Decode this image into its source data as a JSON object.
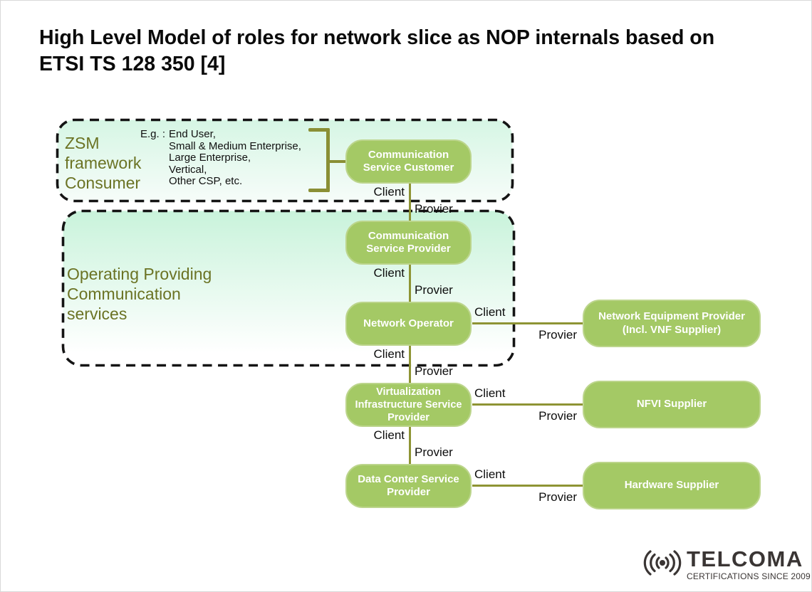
{
  "page": {
    "title_lines": [
      "High Level Model of roles for network slice as NOP internals based on",
      "ETSI TS 128 350 [4]"
    ]
  },
  "groups": {
    "consumer": {
      "label": "ZSM framework Consumer",
      "examples_prefix": "E.g. :",
      "examples": [
        "End User,",
        "Small & Medium Enterprise,",
        "Large Enterprise,",
        "Vertical,",
        "Other CSP, etc."
      ]
    },
    "operator": {
      "label": "Operating Providing Communication services"
    }
  },
  "nodes": {
    "communication_service_customer": {
      "label": "Communication Service Customer"
    },
    "communication_service_provider": {
      "label": "Communication Service Provider"
    },
    "network_operator": {
      "label": "Network Operator"
    },
    "virtualization_infrastructure_service_provider": {
      "label": "Virtualization Infrastructure Service Provider"
    },
    "data_center_service_provider": {
      "label": "Data Conter Service Provider"
    },
    "network_equipment_provider": {
      "label": "Network Equipment Provider (Incl. VNF Supplier)"
    },
    "nfvi_supplier": {
      "label": "NFVI Supplier"
    },
    "hardware_supplier": {
      "label": "Hardware Supplier"
    }
  },
  "edge_labels": {
    "client": "Client",
    "provider": "Provier"
  },
  "colors": {
    "node_fill": "#a4c965",
    "node_border": "#bcd58c",
    "node_text": "#ffffff",
    "olive_text": "#6b7324",
    "olive_line": "#8e9434",
    "group_border": "#141414",
    "consumer_gradient_top": "#d6f6e4",
    "operator_gradient_top": "#c9f3db",
    "gradient_bottom": "#ffffff",
    "title_text": "#0a0a0a",
    "logo_color": "#3a3534"
  },
  "logo": {
    "name": "TELCOMA",
    "tagline": "CERTIFICATIONS SINCE 2009"
  }
}
